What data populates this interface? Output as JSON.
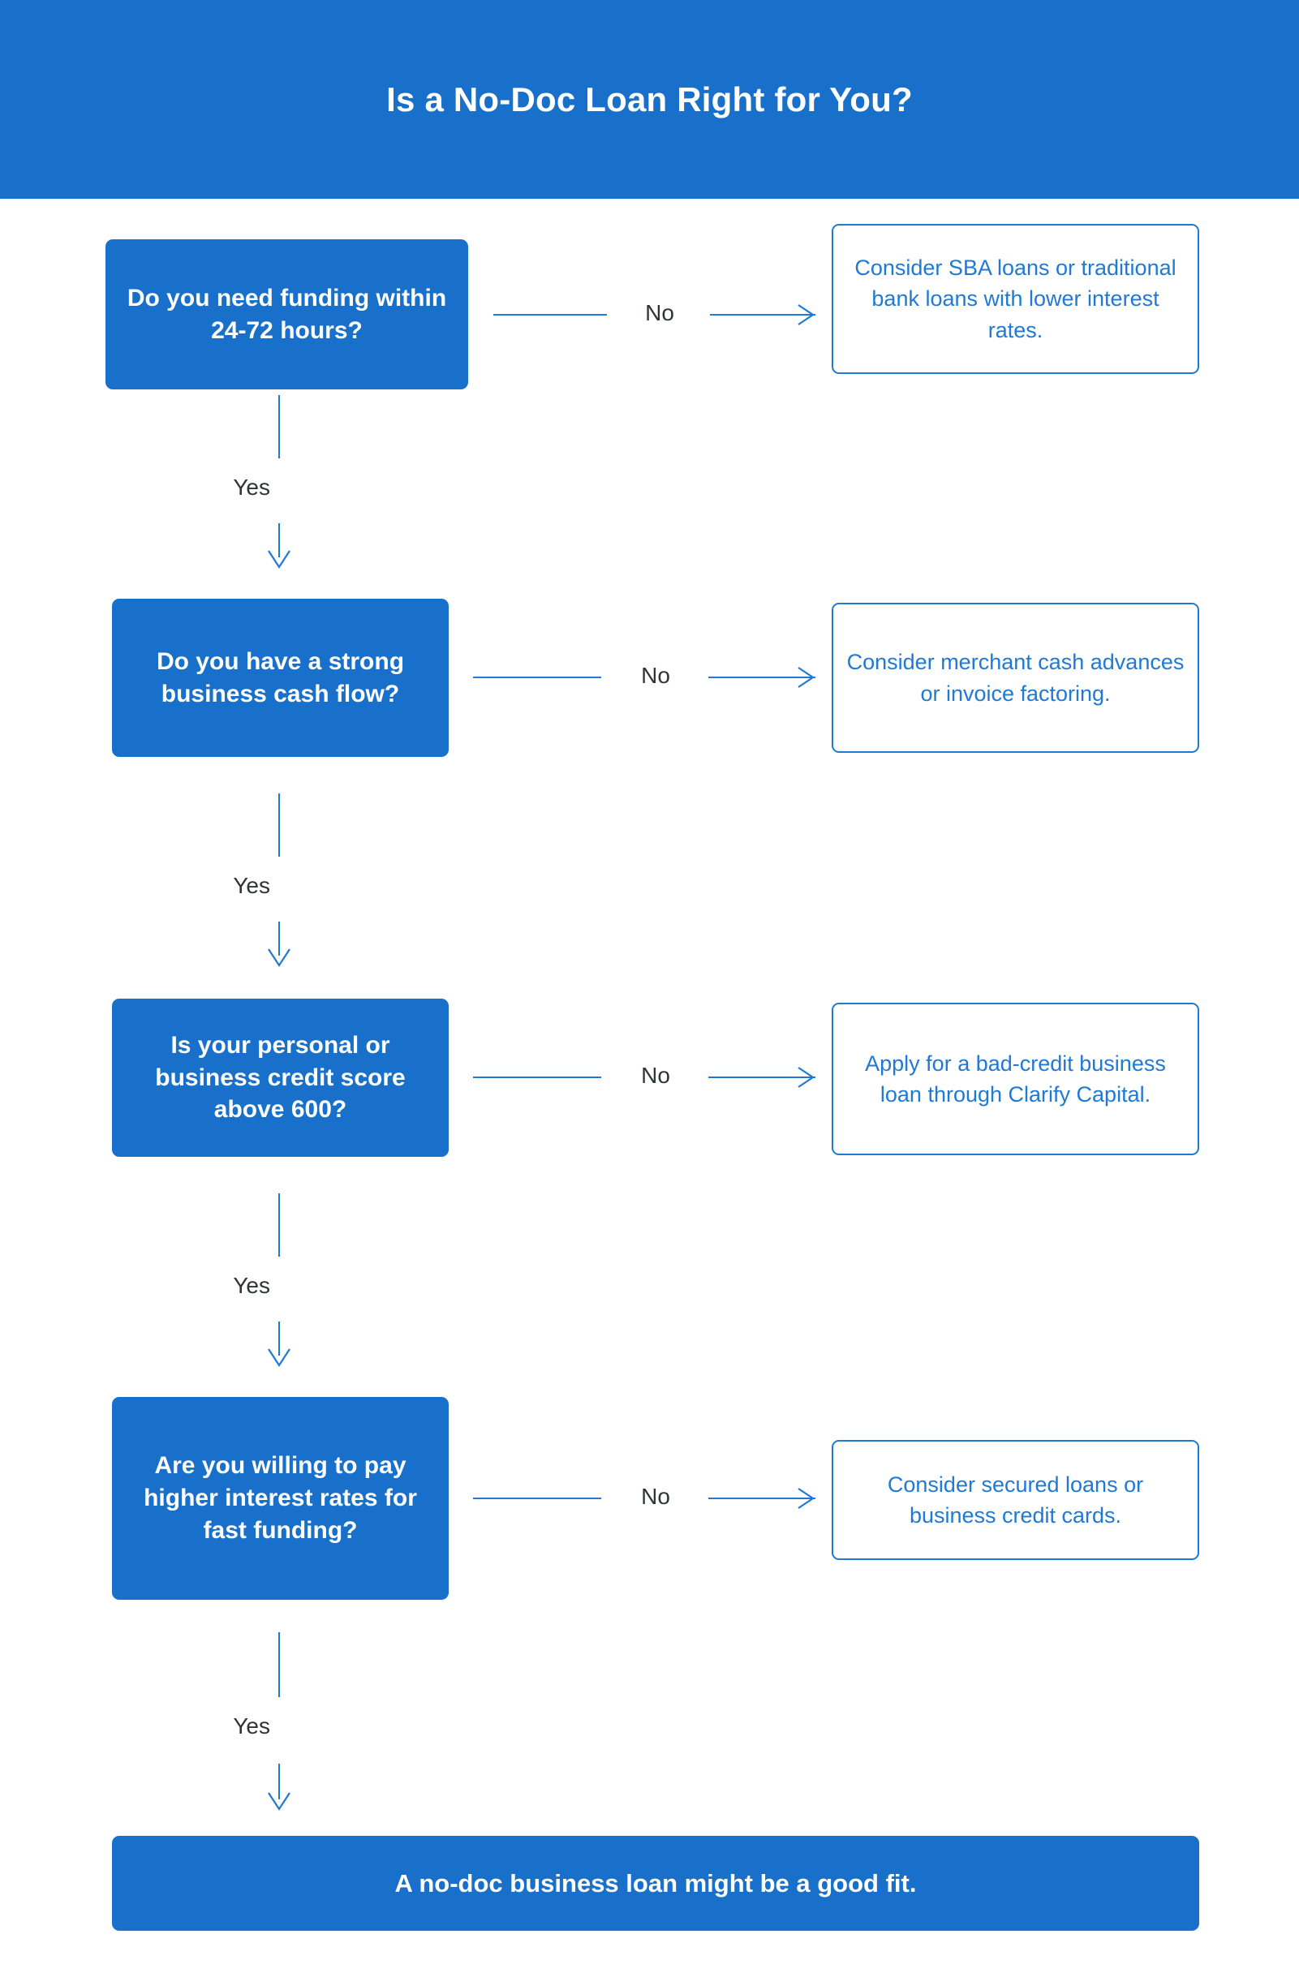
{
  "header": {
    "title": "Is a No-Doc Loan Right for You?",
    "background_color": "#1870CB",
    "text_color": "#ffffff"
  },
  "theme": {
    "decision_fill": "#1870CB",
    "decision_text": "#ffffff",
    "outcome_border": "#2079D4",
    "outcome_text": "#2079D4",
    "outcome_fill": "#ffffff",
    "connector_color": "#2079D4",
    "label_color": "#2F3537",
    "page_background": "#ffffff"
  },
  "flow": {
    "steps": [
      {
        "question": "Do you need funding within 24-72 hours?",
        "no_label": "No",
        "outcome": "Consider SBA loans or traditional bank loans with lower interest rates.",
        "yes_label": "Yes"
      },
      {
        "question": "Do you have a strong business cash flow?",
        "no_label": "No",
        "outcome": "Consider merchant cash advances or invoice factoring.",
        "yes_label": "Yes"
      },
      {
        "question": "Is your personal or business credit score above 600?",
        "no_label": "No",
        "outcome": "Apply for a bad-credit business loan through Clarify Capital.",
        "yes_label": "Yes"
      },
      {
        "question": "Are you willing to pay higher interest rates for fast funding?",
        "no_label": "No",
        "outcome": "Consider secured loans or business credit cards.",
        "yes_label": "Yes"
      }
    ],
    "conclusion": "A no-doc business loan might be a good fit."
  }
}
